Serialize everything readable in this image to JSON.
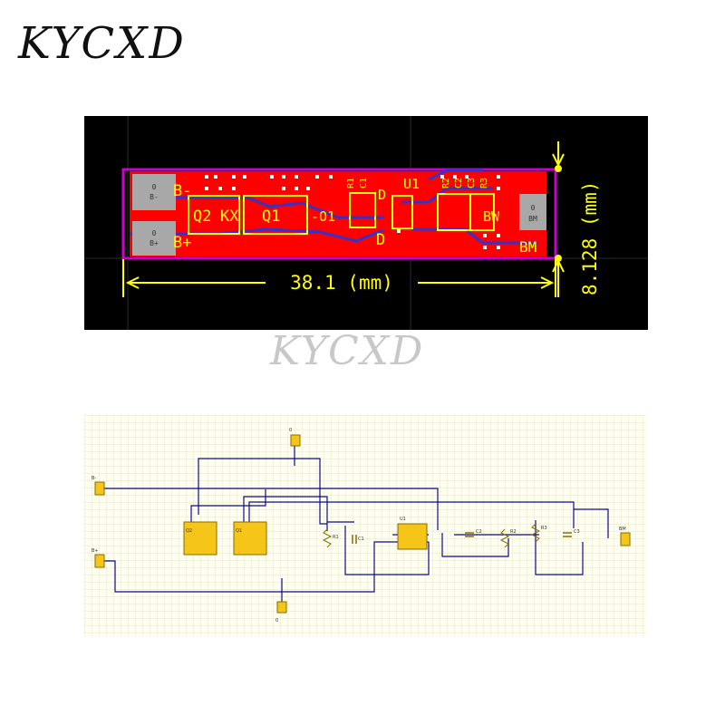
{
  "brand": {
    "logo_text": "KYCXD",
    "watermark_text": "KYCXD"
  },
  "pcb": {
    "colors": {
      "background": "#000000",
      "board": "#ff0000",
      "outline": "#cc00cc",
      "silk": "#ffff00",
      "dimension": "#ffff00",
      "pad": "#a8a8a8",
      "track": "#3333cc"
    },
    "pads": [
      {
        "number": "0",
        "name": "B-"
      },
      {
        "number": "0",
        "name": "B+"
      },
      {
        "number": "0",
        "name": "BM"
      }
    ],
    "silkscreen": {
      "b_minus": "B-",
      "b_plus": "B+",
      "q2": "Q2",
      "kx": "KX",
      "q1": "Q1",
      "u1": "U1",
      "r1": "R1",
      "c1": "C1",
      "r2": "R2",
      "c2": "C2",
      "c3": "C3",
      "r3": "R3",
      "d_left": "D",
      "d_right": "D",
      "bw": "BW",
      "bm": "BM",
      "partial": "-O1"
    },
    "dimension_width": "38.1 (mm)",
    "dimension_height": "8.128 (mm)"
  },
  "schematic": {
    "colors": {
      "background": "#fffff0",
      "grid": "#e2dcc4",
      "wire": "#0a0a8c",
      "component": "#d4a017"
    },
    "ports": [
      "B-",
      "B+",
      "BM",
      "0"
    ],
    "components": [
      "Q1",
      "Q2",
      "U1",
      "R1",
      "R2",
      "R3",
      "C1",
      "C2",
      "C3"
    ]
  }
}
